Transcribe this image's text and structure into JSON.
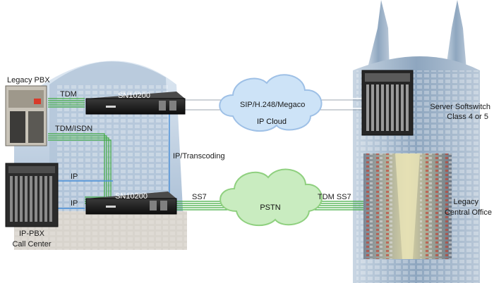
{
  "devices": {
    "legacy_pbx": "Legacy PBX",
    "ip_pbx_line1": "IP-PBX",
    "ip_pbx_line2": "Call Center",
    "gateway_top": "SN10200",
    "gateway_bottom": "SN10200",
    "softswitch_line1": "Server Softswitch",
    "softswitch_line2": "Class 4 or 5",
    "central_office_line1": "Legacy",
    "central_office_line2": "Central Office"
  },
  "links": {
    "tdm": "TDM",
    "tdm_isdn": "TDM/ISDN",
    "ip_top": "IP",
    "ip_bottom": "IP",
    "ip_transcoding": "IP/Transcoding",
    "sip": "SIP/H.248/Megaco",
    "ss7": "SS7",
    "tdm_ss7": "TDM SS7"
  },
  "clouds": {
    "ip_cloud": "IP Cloud",
    "pstn": "PSTN"
  },
  "colors": {
    "green_link": "#3faa3f",
    "blue_link": "#4a90d9",
    "ip_cloud_fill": "#cde3f7",
    "pstn_fill": "#c9ecc0"
  }
}
